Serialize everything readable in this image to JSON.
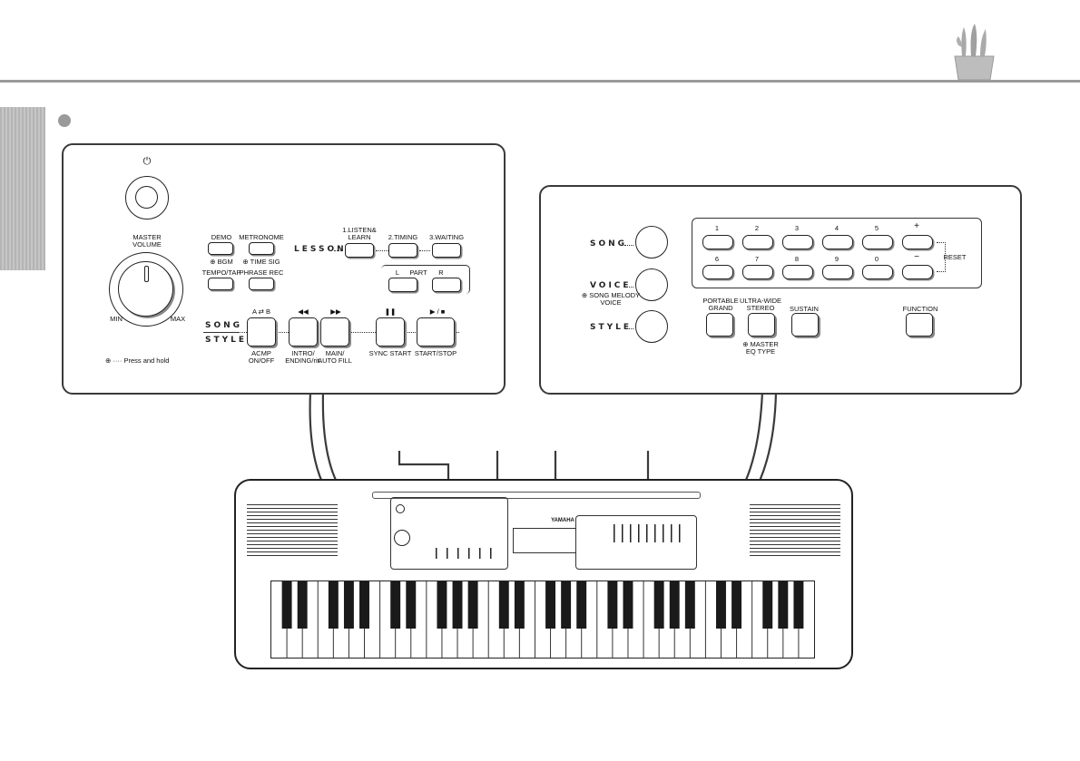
{
  "colors": {
    "outline": "#222222",
    "rule": "#8a8a8a",
    "tab": "#b8b8b8",
    "bullet": "#9a9a9a"
  },
  "icons": [
    "power-icon",
    "bullet-dot",
    "cactus-illustration",
    "rewind-icon",
    "fast-forward-icon",
    "pause-icon",
    "play-stop-icon",
    "hold-icon"
  ],
  "left_panel": {
    "power_symbol": "⏻",
    "master_volume": "MASTER\nVOLUME",
    "min": "MIN",
    "max": "MAX",
    "press_hold": "⊕ ···· Press and hold",
    "demo": "DEMO",
    "bgm": "⊕ BGM",
    "metronome": "METRONOME",
    "time_sig": "⊕ TIME SIG",
    "tempo_tap": "TEMPO/TAP",
    "phrase_rec": "PHRASE REC",
    "lesson": "LESSON",
    "listen_learn": "1.LISTEN&\nLEARN",
    "timing": "2.TIMING",
    "waiting": "3.WAITING",
    "part_l": "L",
    "part": "PART",
    "part_r": "R",
    "song": "SONG",
    "style": "STYLE",
    "ab_symbol": "A ⇄ B",
    "acmp": "ACMP\nON/OFF",
    "rewind_symbol": "◀◀",
    "intro": "INTRO/\nENDING/rit.",
    "ff_symbol": "▶▶",
    "main": "MAIN/\nAUTO FILL",
    "pause_symbol": "❚❚",
    "sync": "SYNC START",
    "play_symbol": "▶ / ■",
    "start_stop": "START/STOP"
  },
  "right_panel": {
    "song": "SONG",
    "voice": "VOICE",
    "song_melody_voice": "⊕ SONG MELODY\nVOICE",
    "style": "STYLE",
    "numbers": [
      "1",
      "2",
      "3",
      "4",
      "5",
      "+",
      "6",
      "7",
      "8",
      "9",
      "0",
      "−"
    ],
    "reset": "RESET",
    "portable_grand": "PORTABLE\nGRAND",
    "ultra_wide": "ULTRA-WIDE\nSTEREO",
    "master_eq": "⊕ MASTER\nEQ TYPE",
    "sustain": "SUSTAIN",
    "function": "FUNCTION"
  },
  "keyboard": {
    "brand": "YAMAHA",
    "white_key_count": 35
  }
}
